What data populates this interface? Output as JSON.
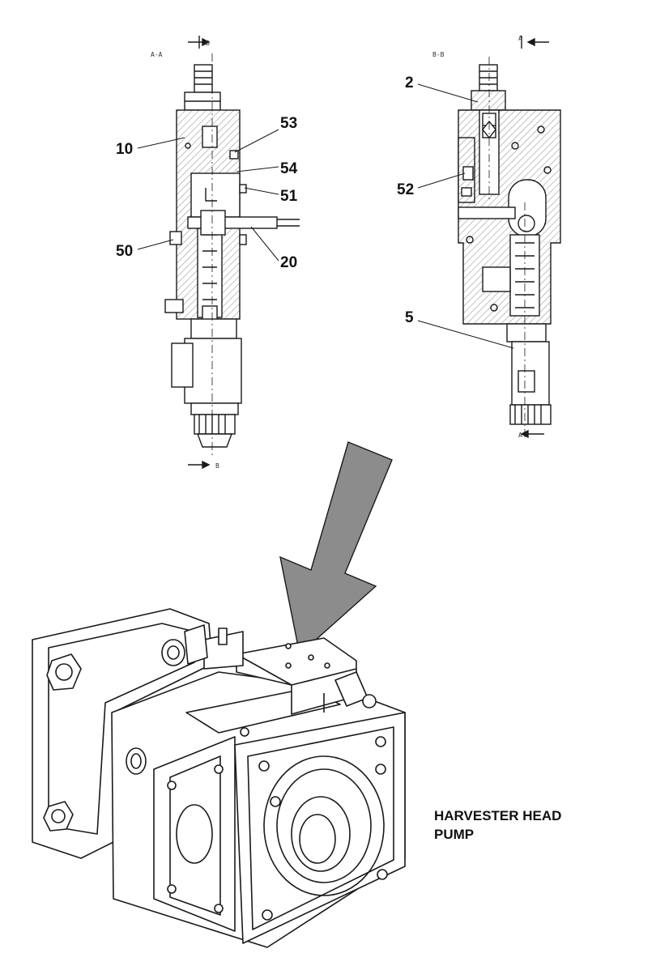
{
  "sections": {
    "left": {
      "label": "A-A",
      "cut_marker": "B"
    },
    "right": {
      "label": "B-B",
      "cut_marker": "A"
    }
  },
  "callouts_left": {
    "c10": "10",
    "c53": "53",
    "c54": "54",
    "c51": "51",
    "c50": "50",
    "c20": "20"
  },
  "callouts_right": {
    "c2": "2",
    "c52": "52",
    "c5": "5"
  },
  "caption": {
    "line1": "HARVESTER HEAD",
    "line2": "PUMP"
  },
  "colors": {
    "arrow": "#8c8c8c",
    "line": "#1a1a1a",
    "hatch": "#9a9a9a"
  }
}
